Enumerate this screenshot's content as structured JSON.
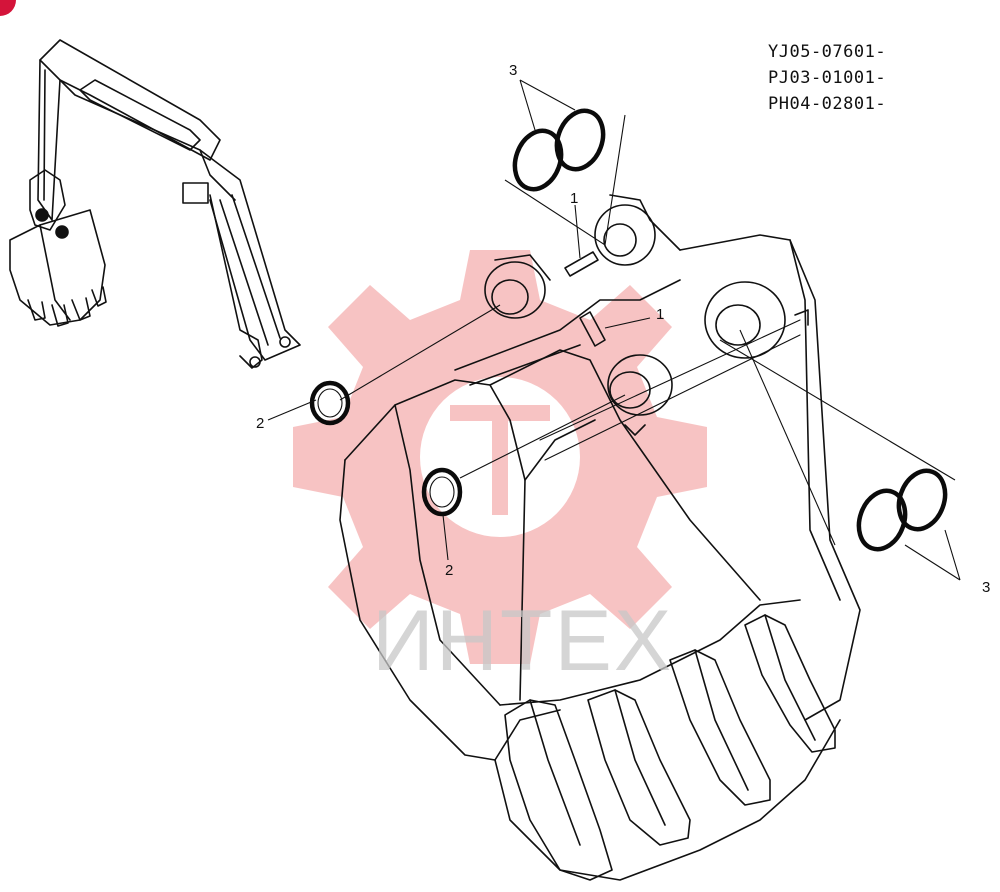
{
  "serials": [
    "YJ05-07601-",
    "PJ03-01001-",
    "PH04-02801-"
  ],
  "callouts": {
    "pin": "1",
    "seal": "2",
    "o_ring": "3"
  },
  "watermark": {
    "text": "ИНТЕХ",
    "logo_color": "#f6b9b9"
  },
  "colors": {
    "ink": "#111111",
    "corner_mark": "#d4143a"
  }
}
